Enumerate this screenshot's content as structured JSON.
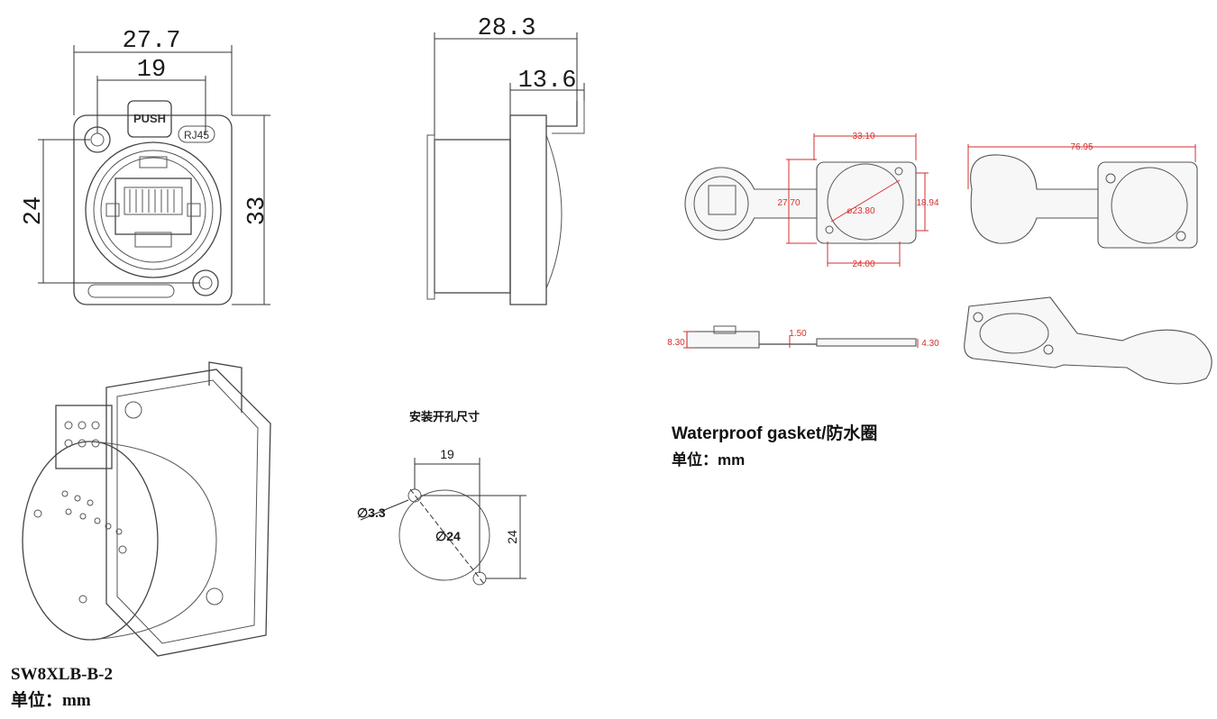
{
  "front_view": {
    "dim_width_outer": "27.7",
    "dim_width_holes": "19",
    "dim_height_holes": "24",
    "dim_height_outer": "33",
    "push_label": "PUSH",
    "rj45_label": "RJ45"
  },
  "side_view": {
    "dim_depth": "28.3",
    "dim_flange": "13.6"
  },
  "cutout": {
    "title": "安装开孔尺寸",
    "dim_hole_spacing": "19",
    "dim_hole_diameter": "∅3.3",
    "dim_center_diameter": "∅24",
    "dim_vertical": "24"
  },
  "gasket": {
    "dim_a": "33.10",
    "dim_b": "27.70",
    "dim_c": "ø23.80",
    "dim_d": "18.94",
    "dim_e": "24.00",
    "dim_f": "76.95",
    "dim_g": "8.30",
    "dim_h": "1.50",
    "dim_i": "4.30",
    "caption": "Waterproof gasket/防水圈",
    "unit": "单位：mm"
  },
  "footer": {
    "model": "SW8XLB-B-2",
    "unit": "单位：mm"
  }
}
